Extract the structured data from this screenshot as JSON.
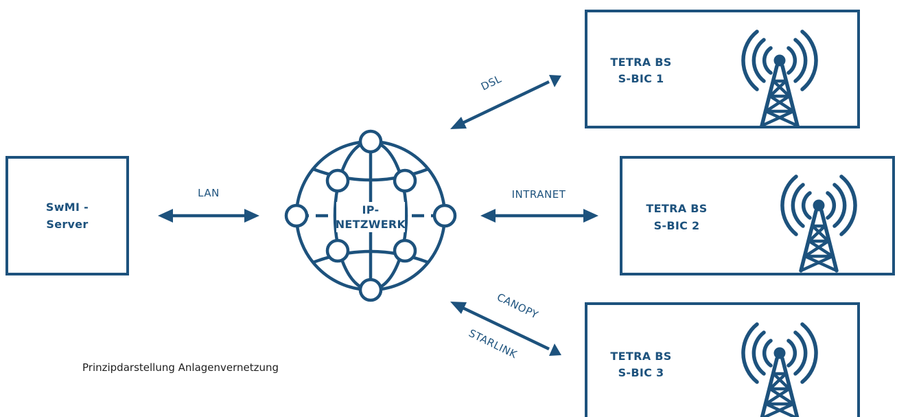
{
  "colors": {
    "primary": "#1d527d",
    "background": "#ffffff",
    "caption_text": "#1f1f1f"
  },
  "server": {
    "line1": "SwMI -",
    "line2": "Server"
  },
  "network": {
    "line1": "IP-",
    "line2": "NETZWERK",
    "icon": "globe-network-icon"
  },
  "links": {
    "lan": "LAN",
    "dsl": "DSL",
    "intranet": "INTRANET",
    "canopy": "CANOPY",
    "starlink": "STARLINK"
  },
  "stations": [
    {
      "line1": "TETRA BS",
      "line2": "S-BIC 1",
      "icon": "radio-tower-icon"
    },
    {
      "line1": "TETRA BS",
      "line2": "S-BIC 2",
      "icon": "radio-tower-icon"
    },
    {
      "line1": "TETRA BS",
      "line2": "S-BIC 3",
      "icon": "radio-tower-icon"
    }
  ],
  "caption": "Prinzipdarstellung Anlagenvernetzung"
}
